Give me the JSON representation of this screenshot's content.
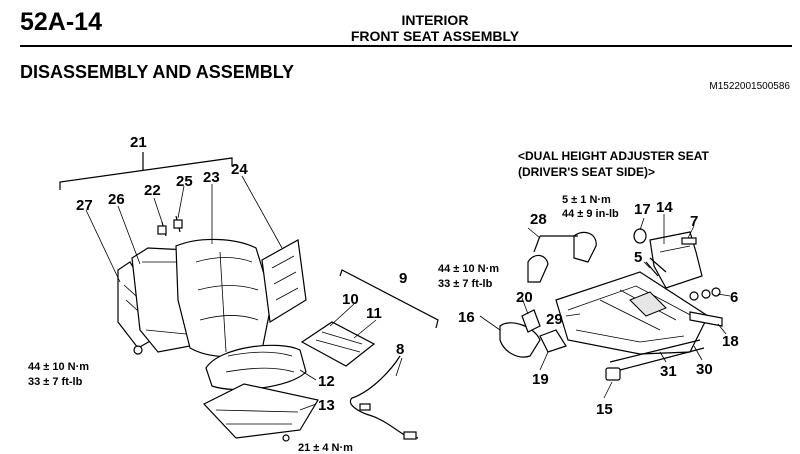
{
  "header": {
    "section_code": "52A-14",
    "title_line1": "INTERIOR",
    "title_line2": "FRONT SEAT ASSEMBLY"
  },
  "section_title": "DISASSEMBLY AND ASSEMBLY",
  "figure_id": "M1522001500586",
  "subassembly": {
    "line1": "<DUAL HEIGHT ADJUSTER SEAT",
    "line2": "(DRIVER'S SEAT SIDE)>"
  },
  "torques": {
    "t1a": "44 ± 10 N·m",
    "t1b": "33 ± 7 ft-lb",
    "t2a": "21 ± 4 N·m",
    "t3a": "5 ± 1 N·m",
    "t3b": "44 ± 9 in-lb",
    "t4a": "44 ± 10 N·m",
    "t4b": "33 ± 7 ft-lb"
  },
  "callouts": {
    "c21": "21",
    "c27": "27",
    "c26": "26",
    "c22": "22",
    "c25": "25",
    "c23": "23",
    "c24": "24",
    "c9": "9",
    "c10": "10",
    "c11": "11",
    "c8": "8",
    "c12": "12",
    "c13": "13",
    "c28": "28",
    "c17": "17",
    "c14": "14",
    "c7": "7",
    "c5": "5",
    "c6": "6",
    "c20": "20",
    "c16": "16",
    "c29": "29",
    "c18": "18",
    "c19": "19",
    "c31": "31",
    "c30": "30",
    "c15": "15"
  }
}
